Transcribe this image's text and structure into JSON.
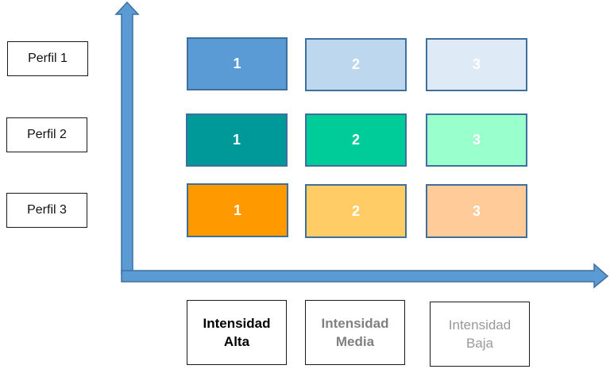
{
  "profiles": [
    {
      "label": "Perfil 1"
    },
    {
      "label": "Perfil 2"
    },
    {
      "label": "Perfil 3"
    }
  ],
  "grid": [
    [
      {
        "value": "1",
        "color": "#5b9bd5"
      },
      {
        "value": "2",
        "color": "#bdd7ee"
      },
      {
        "value": "3",
        "color": "#deebf7"
      }
    ],
    [
      {
        "value": "1",
        "color": "#009999"
      },
      {
        "value": "2",
        "color": "#00cc99"
      },
      {
        "value": "3",
        "color": "#99ffcc"
      }
    ],
    [
      {
        "value": "1",
        "color": "#ff9900"
      },
      {
        "value": "2",
        "color": "#ffcc66"
      },
      {
        "value": "3",
        "color": "#ffcc99"
      }
    ]
  ],
  "intensities": [
    {
      "line1": "Intensidad",
      "line2": "Alta",
      "color": "#000000",
      "weight": "bold"
    },
    {
      "line1": "Intensidad",
      "line2": "Media",
      "color": "#808080",
      "weight": "bold"
    },
    {
      "line1": "Intensidad",
      "line2": "Baja",
      "color": "#999999",
      "weight": "normal"
    }
  ],
  "axis_color": "#5b9bd5"
}
